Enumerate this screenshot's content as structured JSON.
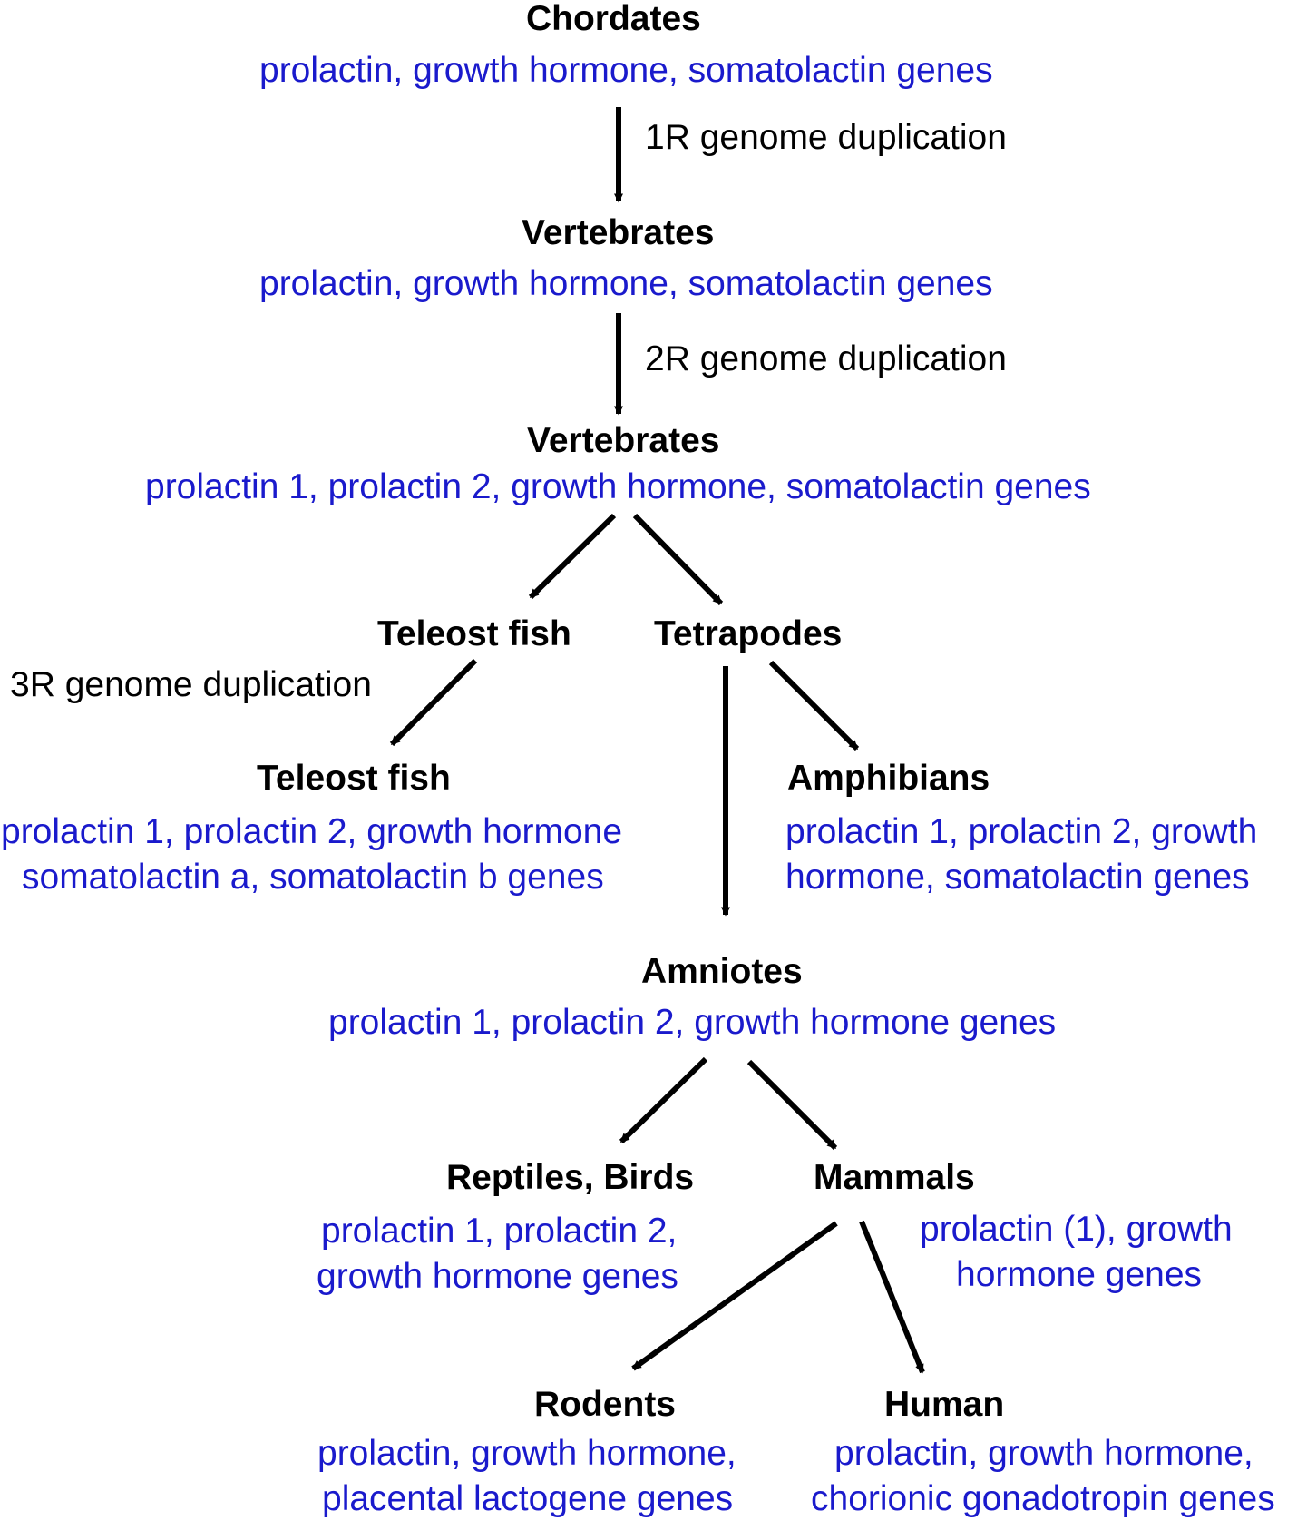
{
  "colors": {
    "title": "#000000",
    "genes": "#1a1acc",
    "arrow": "#000000"
  },
  "nodes": {
    "chordates": {
      "title": "Chordates",
      "genes": [
        "prolactin, growth hormone, somatolactin genes"
      ]
    },
    "vertebrates_1r": {
      "title": "Vertebrates",
      "genes": [
        "prolactin, growth hormone, somatolactin genes"
      ]
    },
    "vertebrates_2r": {
      "title": "Vertebrates",
      "genes": [
        "prolactin 1, prolactin 2, growth hormone, somatolactin genes"
      ]
    },
    "teleost_fish_pre": {
      "title": "Teleost fish"
    },
    "tetrapodes": {
      "title": "Tetrapodes"
    },
    "teleost_fish": {
      "title": "Teleost fish",
      "genes": [
        "prolactin 1, prolactin 2, growth hormone",
        "somatolactin a, somatolactin b genes"
      ]
    },
    "amphibians": {
      "title": "Amphibians",
      "genes": [
        "prolactin 1, prolactin 2, growth",
        "hormone, somatolactin  genes"
      ]
    },
    "amniotes": {
      "title": "Amniotes",
      "genes": [
        "prolactin 1, prolactin 2, growth hormone genes"
      ]
    },
    "reptiles_birds": {
      "title": "Reptiles, Birds",
      "genes": [
        "prolactin 1, prolactin 2,",
        "growth hormone genes"
      ]
    },
    "mammals": {
      "title": "Mammals",
      "genes": [
        "prolactin (1), growth",
        "hormone genes"
      ]
    },
    "rodents": {
      "title": "Rodents",
      "genes": [
        "prolactin, growth hormone,",
        "placental lactogene genes"
      ]
    },
    "human": {
      "title": "Human",
      "genes": [
        "prolactin, growth hormone,",
        "chorionic gonadotropin genes"
      ]
    }
  },
  "events": {
    "dup_1r": "1R genome duplication",
    "dup_2r": "2R genome duplication",
    "dup_3r": "3R genome duplication"
  }
}
